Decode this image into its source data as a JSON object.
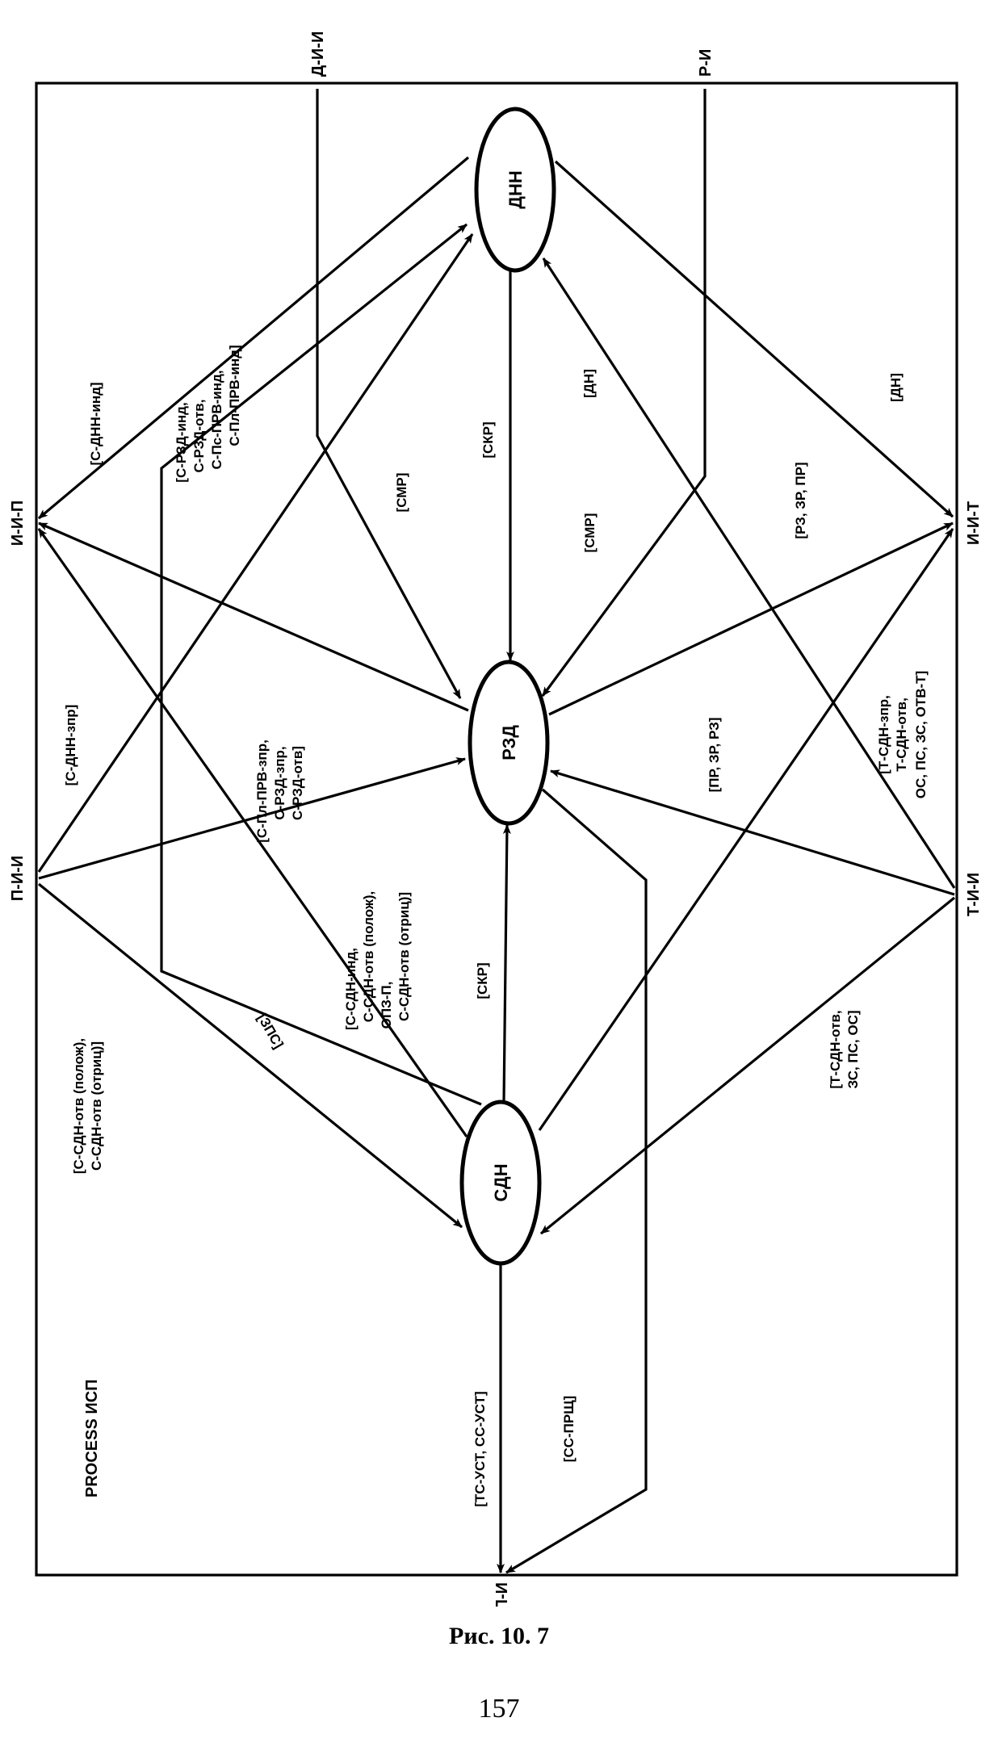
{
  "process": {
    "title": "PROCESS ИСП"
  },
  "nodes": {
    "dnn": "ДНН",
    "rzd": "РЗД",
    "sdn": "СДН"
  },
  "endpoints": {
    "d_i_i": "Д-И-И",
    "r_i": "Р-И",
    "i_i_p": "И-И-П",
    "i_i_t": "И-И-Т",
    "p_i_i": "П-И-И",
    "t_i_i": "Т-И-И",
    "i_p_i": "И-П-И"
  },
  "signals": {
    "s_dnn_ind": "[С-ДНН-инд]",
    "s_rzd_group": [
      "[С-РЗД-инд,",
      "С-РЗД-отв,",
      "С-Пс-ПРВ-инд,",
      "С-Пл-ПРВ-инд]"
    ],
    "smr_1": "[СМР]",
    "skr_1": "[СКР]",
    "dn_1": "[ДН]",
    "smr_2": "[СМР]",
    "rz_zr_pr": "[РЗ, ЗР, ПР]",
    "dn_2": "[ДН]",
    "s_dnn_zapr": "[С-ДНН-зпр]",
    "s_pl_prv_group": [
      "[С-Пл-ПРВ-зпр,",
      "С-РЗД-зпр,",
      "С-РЗД-отв]"
    ],
    "pr_zr_rz": "[ПР, ЗР, РЗ]",
    "t_sdn_zapr_group": [
      "[Т-СДН-зпр,",
      "Т-СДН-отв,",
      "ОС, ПС, ЗС, ОТВ-Т]"
    ],
    "s_sdn_ind_group": [
      "[С-СДН-инд,",
      "С-СДН-отв (полож),",
      "ОПЗ-П,",
      "С-СДН-отв (отриц)]"
    ],
    "skr_2": "[СКР]",
    "s_sdn_otv_group": [
      "[С-СДН-отв (полож),",
      "С-СДН-отв (отриц)]"
    ],
    "zps": "[ЗПС]",
    "t_sdn_otv_group": [
      "[Т-СДН-отв,",
      "ЗС, ПС, ОС]"
    ],
    "tc_ust": "[ТС-УСТ, СС-УСТ]",
    "ss_prsh": "[СС-ПРЩ]"
  },
  "caption": "Рис. 10. 7",
  "page_number": "157"
}
